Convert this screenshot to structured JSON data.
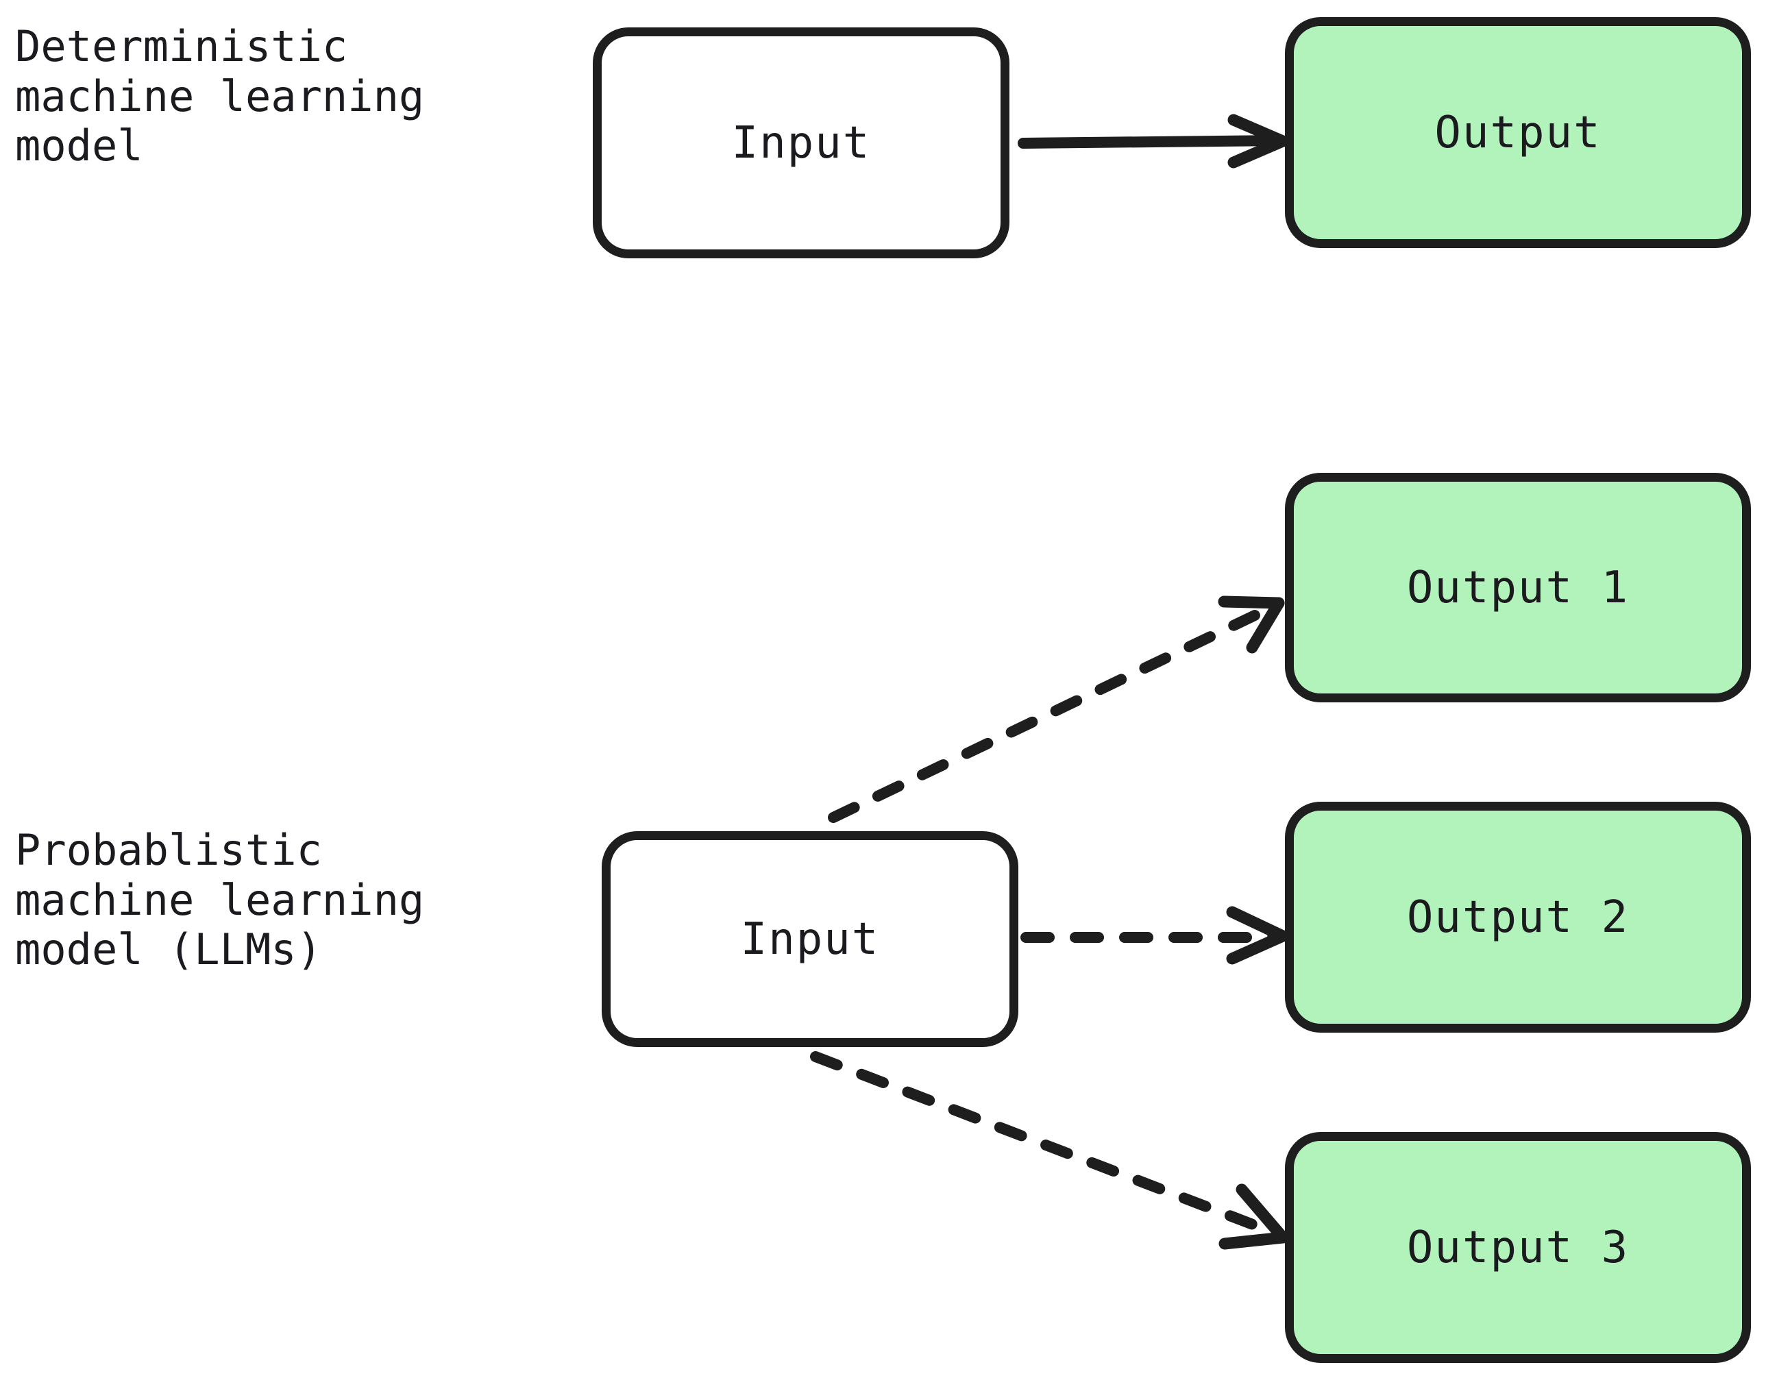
{
  "diagram": {
    "title_visible": false,
    "background": "#ffffff",
    "stroke_color": "#1e1e1e",
    "text_color": "#1b1b1f",
    "output_fill": "#b2f2bb",
    "input_fill": "#ffffff",
    "sections": [
      {
        "id": "deterministic",
        "label": "Deterministic\nmachine learning\nmodel",
        "label_lines": [
          "Deterministic",
          "machine learning",
          "model"
        ],
        "input": {
          "label": "Input"
        },
        "outputs": [
          {
            "label": "Output"
          }
        ],
        "edge_style": "solid",
        "edge_count": 1
      },
      {
        "id": "probabilistic",
        "label": "Probablistic\nmachine learning\nmodel (LLMs)",
        "label_lines": [
          "Probablistic",
          "machine learning",
          "model (LLMs)"
        ],
        "input": {
          "label": "Input"
        },
        "outputs": [
          {
            "label": "Output 1"
          },
          {
            "label": "Output 2"
          },
          {
            "label": "Output 3"
          }
        ],
        "edge_style": "dashed",
        "edge_count": 3
      }
    ],
    "icons": {
      "arrow": "arrow-right-icon",
      "arrow_dashed": "arrow-right-dashed-icon"
    }
  }
}
